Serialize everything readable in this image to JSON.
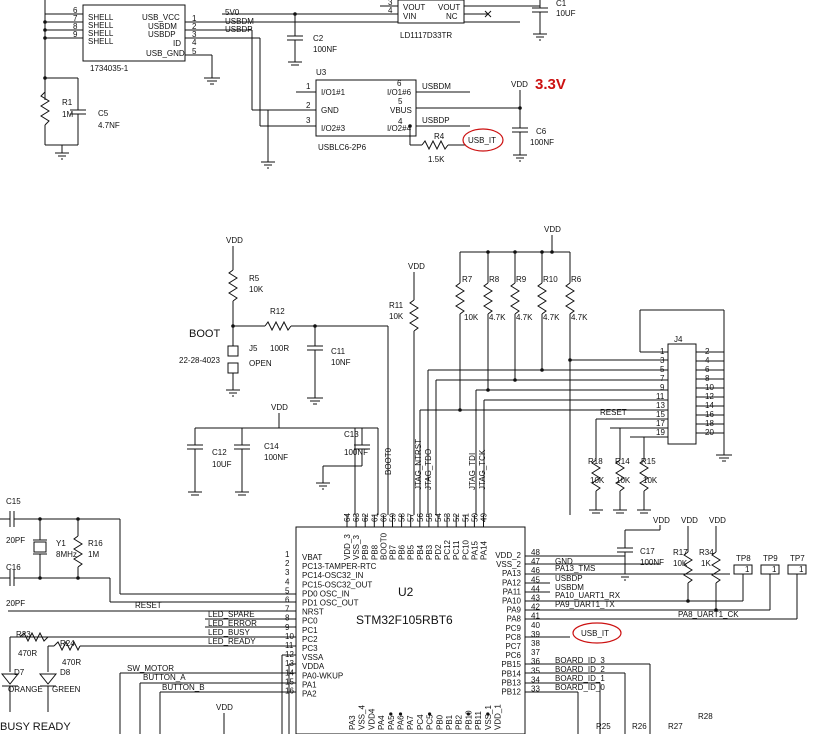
{
  "usb_connector": {
    "part": "1734035-1",
    "left_pins": [
      {
        "num": "6",
        "name": "SHELL"
      },
      {
        "num": "7",
        "name": "SHELL"
      },
      {
        "num": "8",
        "name": "SHELL"
      },
      {
        "num": "9",
        "name": "SHELL"
      }
    ],
    "right_pins": [
      {
        "num": "1",
        "name": "USB_VCC"
      },
      {
        "num": "2",
        "name": "USBDM"
      },
      {
        "num": "3",
        "name": "USBDP"
      },
      {
        "num": "4",
        "name": "ID"
      },
      {
        "num": "5",
        "name": "USB_GND"
      }
    ],
    "net_5v": "5V0",
    "net_dm": "USBDM",
    "net_dp": "USBDP"
  },
  "c2": {
    "ref": "C2",
    "value": "100NF"
  },
  "ldo": {
    "part": "LD1117D33TR",
    "pins": [
      {
        "num": "3",
        "name": "VOUT"
      },
      {
        "num": "4",
        "name": "VIN"
      }
    ],
    "right_pins": [
      "VOUT",
      "NC"
    ]
  },
  "c1": {
    "ref": "C1",
    "value": "10UF"
  },
  "r1": {
    "ref": "R1",
    "value": "1M"
  },
  "c5": {
    "ref": "C5",
    "value": "4.7NF"
  },
  "u3": {
    "ref": "U3",
    "part": "USBLC6-2P6",
    "left_pins": [
      {
        "num": "1",
        "name": "I/O1#1"
      },
      {
        "num": "2",
        "name": "GND"
      },
      {
        "num": "3",
        "name": "I/O2#3"
      }
    ],
    "right_pins": [
      {
        "num": "6",
        "name": "I/O1#6"
      },
      {
        "num": "5",
        "name": "VBUS"
      },
      {
        "num": "4",
        "name": "I/O2#4"
      }
    ],
    "net_dm": "USBDM",
    "net_dp": "USBDP"
  },
  "vdd_main": {
    "label": "VDD",
    "voltage": "3.3V"
  },
  "r4": {
    "ref": "R4",
    "value": "1.5K",
    "net": "USB_IT"
  },
  "c6": {
    "ref": "C6",
    "value": "100NF"
  },
  "boot": {
    "label": "BOOT",
    "jumper_part": "22-28-4023",
    "jumper_ref": "J5",
    "jumper_state": "OPEN",
    "vdd": "VDD",
    "r5": {
      "ref": "R5",
      "value": "10K"
    },
    "r12": {
      "ref": "R12",
      "value": "100R"
    },
    "c11": {
      "ref": "C11",
      "value": "10NF"
    }
  },
  "r11": {
    "ref": "R11",
    "value": "10K",
    "vdd": "VDD"
  },
  "pullups": {
    "vdd": "VDD",
    "resistors": [
      {
        "ref": "R7",
        "value": "10K"
      },
      {
        "ref": "R8",
        "value": "4.7K"
      },
      {
        "ref": "R9",
        "value": "4.7K"
      },
      {
        "ref": "R10",
        "value": "4.7K"
      },
      {
        "ref": "R6",
        "value": "4.7K"
      }
    ]
  },
  "jtag_header": {
    "ref": "J4",
    "left_pins": [
      "1",
      "3",
      "5",
      "7",
      "9",
      "11",
      "13",
      "15",
      "17",
      "19"
    ],
    "right_pins": [
      "2",
      "4",
      "6",
      "8",
      "10",
      "12",
      "14",
      "16",
      "18",
      "20"
    ],
    "reset_net": "RESET"
  },
  "pulldowns": [
    {
      "ref": "R18",
      "value": "10K"
    },
    {
      "ref": "R14",
      "value": "10K"
    },
    {
      "ref": "R15",
      "value": "10K"
    }
  ],
  "decoupling": {
    "vdd": "VDD",
    "c12": {
      "ref": "C12",
      "value": "10UF"
    },
    "c14": {
      "ref": "C14",
      "value": "100NF"
    },
    "c13": {
      "ref": "C13",
      "value": "100NF"
    }
  },
  "crystal": {
    "c15": {
      "ref": "C15",
      "value": "20PF"
    },
    "c16": {
      "ref": "C16",
      "value": "20PF"
    },
    "y1": {
      "ref": "Y1",
      "value": "8MHz"
    },
    "r16": {
      "ref": "R16",
      "value": "1M"
    }
  },
  "mcu": {
    "ref": "U2",
    "part": "STM32F105RBT6",
    "top_pins": [
      {
        "num": "64",
        "name": "VDD_3"
      },
      {
        "num": "63",
        "name": "VSS_3"
      },
      {
        "num": "62",
        "name": "PB9"
      },
      {
        "num": "61",
        "name": "PB8"
      },
      {
        "num": "60",
        "name": "BOOT0"
      },
      {
        "num": "59",
        "name": "PB7"
      },
      {
        "num": "58",
        "name": "PB6"
      },
      {
        "num": "57",
        "name": "PB5"
      },
      {
        "num": "56",
        "name": "PB4"
      },
      {
        "num": "55",
        "name": "PB3"
      },
      {
        "num": "54",
        "name": "PD2"
      },
      {
        "num": "53",
        "name": "PC12"
      },
      {
        "num": "52",
        "name": "PC11"
      },
      {
        "num": "51",
        "name": "PC10"
      },
      {
        "num": "50",
        "name": "PA15"
      },
      {
        "num": "49",
        "name": "PA14"
      }
    ],
    "top_nets": [
      "BOOT0",
      "JTAG_NTRST",
      "JTAG_TDO",
      "JTAG_TDI",
      "JTAG_TCK"
    ],
    "left_pins": [
      {
        "num": "1",
        "name": "VBAT"
      },
      {
        "num": "2",
        "name": "PC13-TAMPER-RTC"
      },
      {
        "num": "3",
        "name": "PC14-OSC32_IN"
      },
      {
        "num": "4",
        "name": "PC15-OSC32_OUT"
      },
      {
        "num": "5",
        "name": "PD0 OSC_IN"
      },
      {
        "num": "6",
        "name": "PD1 OSC_OUT"
      },
      {
        "num": "7",
        "name": "NRST"
      },
      {
        "num": "8",
        "name": "PC0"
      },
      {
        "num": "9",
        "name": "PC1"
      },
      {
        "num": "10",
        "name": "PC2"
      },
      {
        "num": "11",
        "name": "PC3"
      },
      {
        "num": "12",
        "name": "VSSA"
      },
      {
        "num": "13",
        "name": "VDDA"
      },
      {
        "num": "14",
        "name": "PA0-WKUP"
      },
      {
        "num": "15",
        "name": "PA1"
      },
      {
        "num": "16",
        "name": "PA2"
      }
    ],
    "right_pins": [
      {
        "num": "48",
        "name": "VDD_2"
      },
      {
        "num": "47",
        "name": "VSS_2"
      },
      {
        "num": "46",
        "name": "PA13"
      },
      {
        "num": "45",
        "name": "PA12"
      },
      {
        "num": "44",
        "name": "PA11"
      },
      {
        "num": "43",
        "name": "PA10"
      },
      {
        "num": "42",
        "name": "PA9"
      },
      {
        "num": "41",
        "name": "PA8"
      },
      {
        "num": "40",
        "name": "PC9"
      },
      {
        "num": "39",
        "name": "PC8"
      },
      {
        "num": "38",
        "name": "PC7"
      },
      {
        "num": "37",
        "name": "PC6"
      },
      {
        "num": "36",
        "name": "PB15"
      },
      {
        "num": "35",
        "name": "PB14"
      },
      {
        "num": "34",
        "name": "PB13"
      },
      {
        "num": "33",
        "name": "PB12"
      }
    ],
    "right_nets": [
      {
        "pin": "47",
        "net": "GND"
      },
      {
        "pin": "46",
        "net": "PA13_TMS"
      },
      {
        "pin": "45",
        "net": "USBDP"
      },
      {
        "pin": "44",
        "net": "USBDM"
      },
      {
        "pin": "43",
        "net": "PA10_UART1_RX"
      },
      {
        "pin": "42",
        "net": "PA9_UART1_TX"
      },
      {
        "pin": "39",
        "net": "USB_IT"
      },
      {
        "pin": "36",
        "net": "BOARD_ID_3"
      },
      {
        "pin": "35",
        "net": "BOARD_ID_2"
      },
      {
        "pin": "34",
        "net": "BOARD_ID_1"
      },
      {
        "pin": "33",
        "net": "BOARD_ID_0"
      }
    ],
    "bottom_pins": [
      "PA3",
      "VSS_4",
      "VDD4",
      "PA4",
      "PA5",
      "PA6",
      "PA7",
      "PC4",
      "PC5",
      "PB0",
      "PB1",
      "PB2",
      "PB10",
      "PB11",
      "VSS_1",
      "VDD_1"
    ],
    "left_nets": [
      "RESET",
      "LED_SPARE",
      "LED_ERROR",
      "LED_BUSY",
      "LED_READY",
      "SW_MOTOR",
      "BUTTON_A",
      "BUTTON_B"
    ]
  },
  "c17": {
    "ref": "C17",
    "value": "100NF",
    "vdd": "VDD"
  },
  "right_side": {
    "vdd": "VDD",
    "r17": {
      "ref": "R17",
      "value": "10K"
    },
    "r34": {
      "ref": "R34",
      "value": "1K"
    },
    "testpoints": [
      {
        "ref": "TP8",
        "pin": "1"
      },
      {
        "ref": "TP9",
        "pin": "1"
      },
      {
        "ref": "TP7",
        "pin": "1"
      }
    ],
    "uart_ck": "PA8_UART1_CK"
  },
  "leds": {
    "r23": {
      "ref": "R23",
      "value": "470R"
    },
    "r24": {
      "ref": "R24",
      "value": "470R"
    },
    "d7": {
      "ref": "D7",
      "color": "ORANGE"
    },
    "d8": {
      "ref": "D8",
      "color": "GREEN"
    },
    "caption": "BUSY READY"
  },
  "bottom_vdd": "VDD",
  "bottom_resistors": [
    "R25",
    "R26",
    "R27",
    "R28"
  ]
}
